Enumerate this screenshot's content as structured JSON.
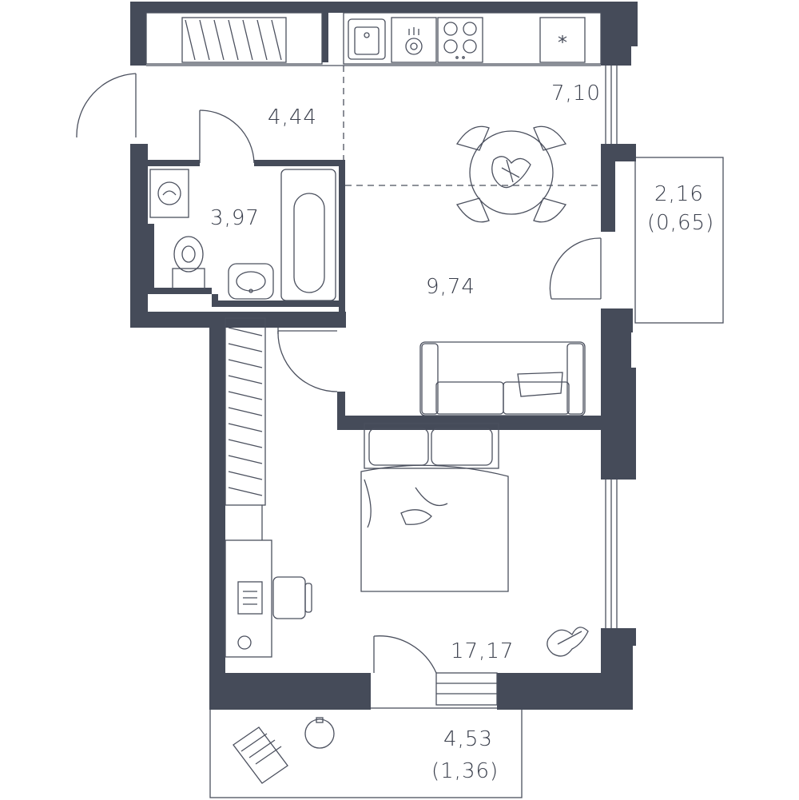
{
  "plan": {
    "colors": {
      "wall": "#454b59",
      "line": "#4b505e",
      "text": "#3a3f4c",
      "background": "#ffffff"
    },
    "rooms": [
      {
        "id": "hallway",
        "area": "4,44"
      },
      {
        "id": "kitchen",
        "area": "7,10"
      },
      {
        "id": "bathroom",
        "area": "3,97"
      },
      {
        "id": "living",
        "area": "9,74"
      },
      {
        "id": "bedroom",
        "area": "17,17"
      },
      {
        "id": "balcony-east",
        "area": "2,16",
        "sub": "(0,65)"
      },
      {
        "id": "balcony-south",
        "area": "4,53",
        "sub": "(1,36)"
      }
    ],
    "fixtures": [
      "wardrobe-icon",
      "sink-icon",
      "stove-icon",
      "bathtub-icon",
      "toilet-icon",
      "washing-machine-icon",
      "dining-table-icon",
      "sofa-icon",
      "double-bed-icon",
      "desk-icon",
      "office-chair-icon",
      "plant-icon",
      "lounge-chair-icon",
      "round-table-icon",
      "door-swing-icon",
      "window-icon"
    ]
  }
}
